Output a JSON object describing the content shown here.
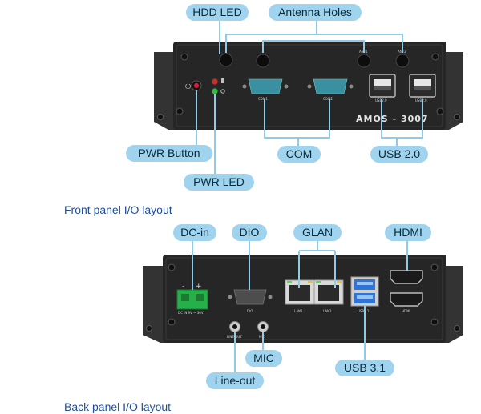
{
  "front_panel": {
    "caption": "Front panel I/O layout",
    "model_label": "AMOS - 3007",
    "callouts": {
      "hdd_led": "HDD LED",
      "antenna_holes": "Antenna Holes",
      "pwr_button": "PWR Button",
      "pwr_led": "PWR LED",
      "com": "COM",
      "usb2": "USB 2.0"
    },
    "port_labels": {
      "com1": "COM1",
      "com2": "COM2",
      "usb_a": "USB2.0",
      "usb_b": "USB2.0",
      "ant1": "ANT1",
      "ant2": "ANT2"
    }
  },
  "back_panel": {
    "caption": "Back panel I/O layout",
    "callouts": {
      "dc_in": "DC-in",
      "dio": "DIO",
      "glan": "GLAN",
      "hdmi": "HDMI",
      "mic": "MIC",
      "line_out": "Line-out",
      "usb3": "USB 3.1"
    },
    "port_labels": {
      "dc": "DC IN 9V ~ 36V",
      "dio": "DIO",
      "lan1": "LAN1",
      "lan2": "LAN2",
      "usb3": "USB3.1",
      "hdmi": "HDMI",
      "line_out": "LINE OUT",
      "mic": "MIC"
    }
  },
  "colors": {
    "pill_fill": "#9fd3ee",
    "pill_text": "#0a2a3a",
    "leader_line": "#8fcbe8",
    "caption": "#1f4e9a",
    "chassis": "#262626",
    "usb3_blue": "#2e74d8",
    "terminal_green": "#27b04a"
  }
}
